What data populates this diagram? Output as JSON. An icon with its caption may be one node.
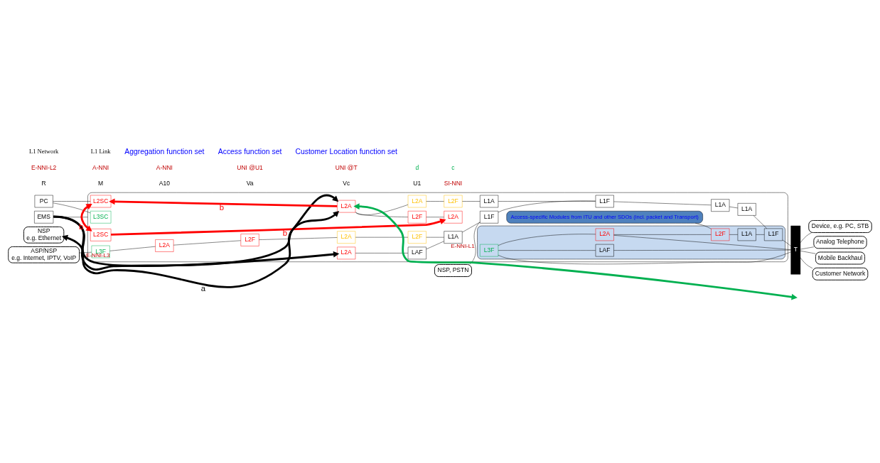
{
  "diagram": {
    "nodes": [
      {
        "text": [
          "PC"
        ]
      },
      {
        "text": [
          "EMS"
        ]
      },
      {
        "text": [],
        "shape": "box"
      },
      {
        "text": [
          "L3SC"
        ],
        "in": 2
      },
      {
        "text": [
          "L2SC"
        ],
        "in": 2
      },
      {
        "text": [
          "L2SC"
        ],
        "in": 2
      },
      {
        "text": [
          "L3F"
        ],
        "in": 2
      },
      {
        "text": [
          "L2A"
        ],
        "in": 2
      },
      {
        "text": [
          "L2A"
        ],
        "in": 2
      },
      {
        "text": [
          "L2F"
        ],
        "in": 2
      },
      {
        "text": [
          "L2A"
        ],
        "in": 2
      },
      {
        "text": [
          "L2F"
        ],
        "in": 2
      },
      {
        "text": [
          "LAF"
        ],
        "in": 2
      },
      {
        "text": [
          "L1A"
        ],
        "in": 2
      },
      {
        "text": [
          "L1F"
        ],
        "in": 2
      },
      {
        "text": [
          "L2A"
        ],
        "in": 2
      },
      {
        "text": [
          "L2F"
        ],
        "in": 2
      },
      {
        "text": [
          "L1A"
        ],
        "in": 2
      },
      {
        "text": [
          "L1F"
        ],
        "in": 2
      },
      {
        "text": [
          "L2A"
        ],
        "in": 2
      },
      {
        "text": [
          "L2F"
        ],
        "in": 2
      },
      {
        "text": [
          "L2A"
        ],
        "in": 2
      },
      {
        "text": [
          "L1A"
        ],
        "in": 2
      },
      {
        "text": [
          "Access-specific Modules from ITU and other SDOs (incl. packet and Transport)"
        ],
        "in": 2
      },
      {
        "text": [
          "L1A"
        ],
        "in": 2
      },
      {
        "text": [],
        "shape": "box",
        "in": 2
      },
      {
        "text": [
          "L3F"
        ],
        "in": 25
      },
      {
        "text": [
          "LAF"
        ],
        "in": 25
      },
      {
        "text": [
          "L2A"
        ],
        "in": 25
      },
      {
        "text": [
          "L2F"
        ],
        "in": 25
      },
      {
        "text": [
          "L1A"
        ],
        "in": 25
      },
      {
        "text": [
          "L1F"
        ],
        "in": 25
      },
      {
        "text": [
          "T"
        ]
      },
      {
        "text": [
          "ASP/NSP",
          "e.g. Internet, IPTV, VoIP"
        ]
      },
      {
        "text": [
          "NSP",
          "e.g. Ethernet"
        ]
      },
      {
        "text": [
          "NSP, PSTN"
        ]
      },
      {
        "text": [
          "Device, e.g. PC, STB"
        ]
      },
      {
        "text": [
          "Analog Telephone"
        ]
      },
      {
        "text": [
          "Mobile Backhaul"
        ]
      },
      {
        "text": [
          "Customer Network"
        ]
      }
    ],
    "edges": [
      {
        "from": 0,
        "to": 3,
        "arrow": "none"
      },
      {
        "from": 0,
        "to": 4,
        "arrow": "none"
      },
      {
        "from": 1,
        "to": 2,
        "arrow": "none"
      },
      {
        "from": 1,
        "to": 8,
        "arrow": "to",
        "style": "thick"
      },
      {
        "from": 1,
        "to": 19,
        "arrow": "to",
        "style": "thick"
      },
      {
        "from": 4,
        "to": 5,
        "arrow": "both",
        "style": "thick",
        "color": "#ff0000",
        "label": "b"
      },
      {
        "from": 19,
        "to": 4,
        "arrow": "to",
        "style": "thick",
        "color": "#ff0000",
        "label": "b"
      },
      {
        "from": 5,
        "to": 21,
        "arrow": "to",
        "style": "thick",
        "color": "#ff0000",
        "label": "b"
      },
      {
        "from": 34,
        "to": 19,
        "arrow": "both",
        "style": "thick",
        "label": "a"
      },
      {
        "from": null,
        "to": 19,
        "arrow": "both",
        "style": "thick",
        "color": "#00b050"
      },
      {
        "from": 33,
        "to": 6,
        "arrow": "none",
        "label": "E-NNI-L3"
      },
      {
        "from": 35,
        "to": 14,
        "arrow": "none",
        "label": "E-NNI-L1"
      },
      {
        "from": 6,
        "to": 7,
        "arrow": "none"
      },
      {
        "from": 7,
        "to": 9,
        "arrow": "none"
      },
      {
        "from": 8,
        "to": 12,
        "arrow": "none"
      },
      {
        "from": 9,
        "to": 10,
        "arrow": "none"
      },
      {
        "from": 10,
        "to": 11,
        "arrow": "none"
      },
      {
        "from": 11,
        "to": 13,
        "arrow": "none"
      },
      {
        "from": 12,
        "to": 13,
        "arrow": "none"
      },
      {
        "from": 13,
        "to": 14,
        "arrow": "none"
      },
      {
        "from": 14,
        "to": 18,
        "arrow": "none"
      },
      {
        "from": 19,
        "to": 15,
        "arrow": "none"
      },
      {
        "from": 15,
        "to": 16,
        "arrow": "none"
      },
      {
        "from": 16,
        "to": 17,
        "arrow": "none"
      },
      {
        "from": 17,
        "to": 18,
        "arrow": "none"
      },
      {
        "from": 19,
        "to": 20,
        "arrow": "none"
      },
      {
        "from": 20,
        "to": 21,
        "arrow": "none"
      },
      {
        "from": 18,
        "to": 22,
        "arrow": "none"
      },
      {
        "from": 22,
        "to": 24,
        "arrow": "none"
      },
      {
        "from": 24,
        "to": 31,
        "arrow": "none"
      },
      {
        "from": 23,
        "to": 29,
        "arrow": "none"
      },
      {
        "from": 26,
        "to": 28,
        "arrow": "none"
      },
      {
        "from": 26,
        "to": 27,
        "arrow": "none"
      },
      {
        "from": 28,
        "to": 29,
        "arrow": "none"
      },
      {
        "from": 29,
        "to": 30,
        "arrow": "none"
      },
      {
        "from": 30,
        "to": 31,
        "arrow": "none"
      },
      {
        "from": 26,
        "to": 32,
        "arrow": "none"
      },
      {
        "from": 27,
        "to": 32,
        "arrow": "none"
      },
      {
        "from": 28,
        "to": 32,
        "arrow": "none"
      },
      {
        "from": 31,
        "to": 32,
        "arrow": "none"
      },
      {
        "from": 32,
        "to": 36,
        "arrow": "none"
      },
      {
        "from": 32,
        "to": 37,
        "arrow": "none"
      },
      {
        "from": 32,
        "to": 38,
        "arrow": "none"
      },
      {
        "from": 32,
        "to": 39,
        "arrow": "none"
      }
    ],
    "labels": [
      "R",
      "M",
      "A10",
      "Va",
      "Vc",
      "U1",
      "SI-NNI",
      "E-NNI-L2",
      "A-NNI",
      "A-NNI",
      "UNI @U1",
      "UNI @T",
      "d",
      "c",
      "L1 Network",
      "L1 Link",
      "Aggregation function set",
      "Access function set",
      "Customer Location function set"
    ]
  }
}
